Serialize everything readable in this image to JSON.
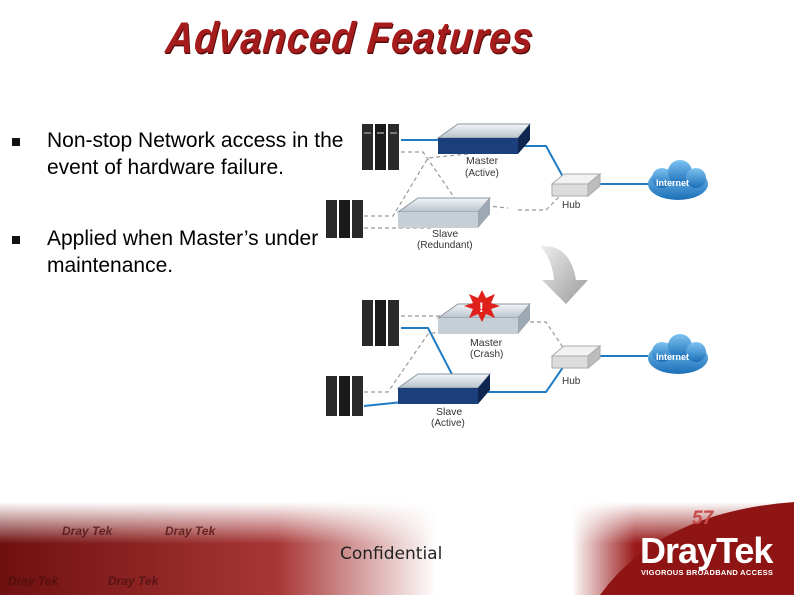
{
  "slide": {
    "title": "Advanced Features",
    "bullets": [
      "Non-stop Network access in the event of  hardware failure.",
      "Applied when Master’s under maintenance."
    ]
  },
  "diagram": {
    "top": {
      "master_label": "Master",
      "master_state": "(Active)",
      "slave_label": "Slave",
      "slave_state": "(Redundant)",
      "hub_label": "Hub",
      "internet_label": "Internet"
    },
    "bottom": {
      "master_label": "Master",
      "master_state": "(Crash)",
      "slave_label": "Slave",
      "slave_state": "(Active)",
      "hub_label": "Hub",
      "internet_label": "Internet"
    },
    "crash_mark": "!"
  },
  "footer": {
    "confidential": "Confidential",
    "page_number": "57",
    "logo": "DrayTek",
    "tagline": "VIGOROUS BROADBAND ACCESS",
    "watermark": "Dray Tek"
  },
  "colors": {
    "title": "#a61c1c",
    "footer_bg": "#8f1515",
    "link_line": "#1e7bc4"
  }
}
